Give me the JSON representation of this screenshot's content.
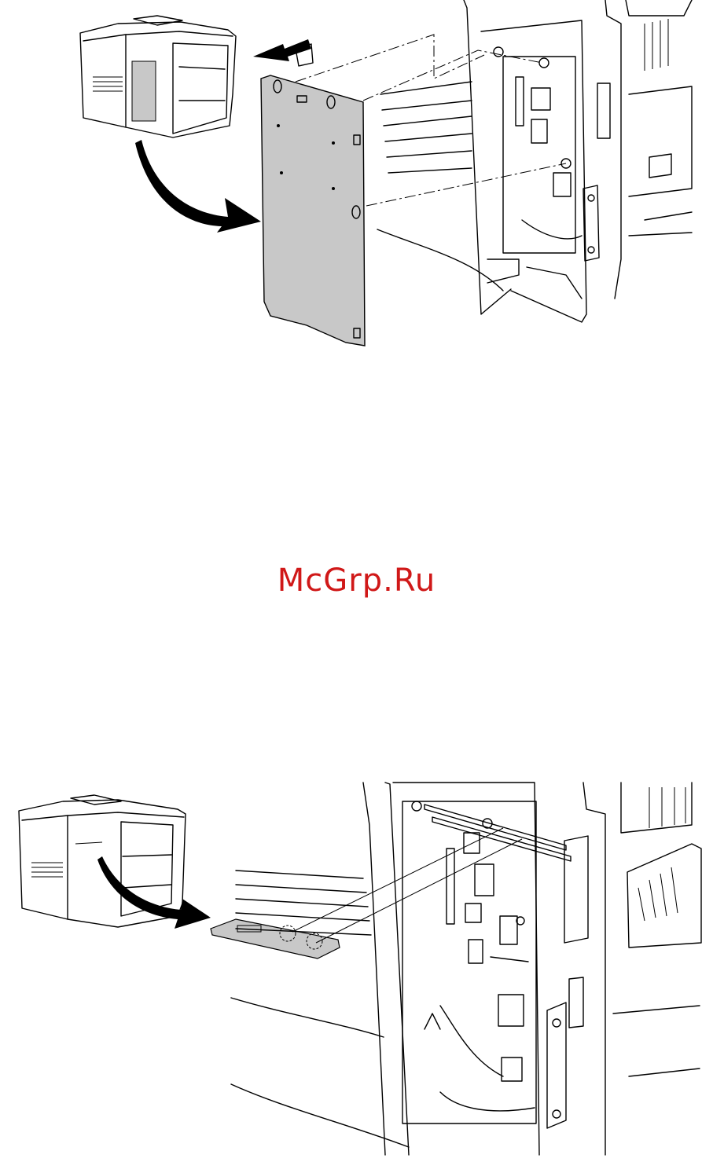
{
  "watermark": {
    "text": "McGrp.Ru"
  },
  "figures": [
    {
      "id": "fig-top",
      "icon": "printer-side-panel-removal-illustration"
    },
    {
      "id": "fig-bottom",
      "icon": "printer-memory-module-install-illustration"
    }
  ],
  "colors": {
    "line": "#000000",
    "panel_fill": "#c8c8c8",
    "watermark": "#d01818"
  }
}
